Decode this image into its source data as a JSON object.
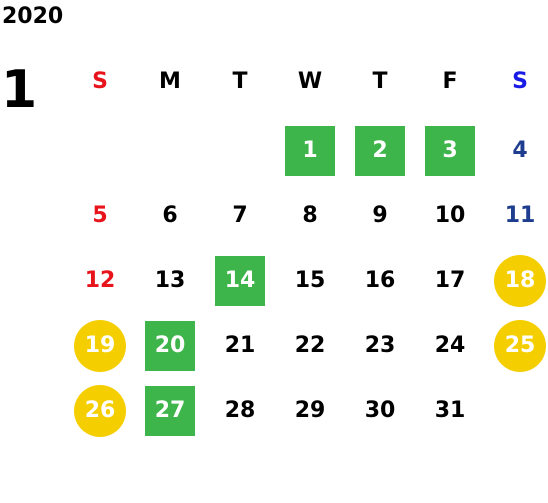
{
  "calendar": {
    "year": "2020",
    "month": "1",
    "weekdays": [
      "S",
      "M",
      "T",
      "W",
      "T",
      "F",
      "S"
    ],
    "weekday_colors": [
      "#e8141c",
      "#000000",
      "#000000",
      "#000000",
      "#000000",
      "#000000",
      "#1a1ae6"
    ],
    "colors": {
      "sunday": "#e8141c",
      "saturday": "#1f3d8f",
      "green_highlight": "#3db54a",
      "yellow_highlight": "#f5ce00"
    },
    "weeks": [
      [
        {
          "day": "",
          "style": "empty"
        },
        {
          "day": "",
          "style": "empty"
        },
        {
          "day": "",
          "style": "empty"
        },
        {
          "day": "1",
          "style": "green"
        },
        {
          "day": "2",
          "style": "green"
        },
        {
          "day": "3",
          "style": "green"
        },
        {
          "day": "4",
          "style": "saturday"
        }
      ],
      [
        {
          "day": "5",
          "style": "sunday"
        },
        {
          "day": "6",
          "style": "normal"
        },
        {
          "day": "7",
          "style": "normal"
        },
        {
          "day": "8",
          "style": "normal"
        },
        {
          "day": "9",
          "style": "normal"
        },
        {
          "day": "10",
          "style": "normal"
        },
        {
          "day": "11",
          "style": "saturday"
        }
      ],
      [
        {
          "day": "12",
          "style": "sunday"
        },
        {
          "day": "13",
          "style": "normal"
        },
        {
          "day": "14",
          "style": "green"
        },
        {
          "day": "15",
          "style": "normal"
        },
        {
          "day": "16",
          "style": "normal"
        },
        {
          "day": "17",
          "style": "normal"
        },
        {
          "day": "18",
          "style": "yellow"
        }
      ],
      [
        {
          "day": "19",
          "style": "yellow"
        },
        {
          "day": "20",
          "style": "green"
        },
        {
          "day": "21",
          "style": "normal"
        },
        {
          "day": "22",
          "style": "normal"
        },
        {
          "day": "23",
          "style": "normal"
        },
        {
          "day": "24",
          "style": "normal"
        },
        {
          "day": "25",
          "style": "yellow"
        }
      ],
      [
        {
          "day": "26",
          "style": "yellow"
        },
        {
          "day": "27",
          "style": "green"
        },
        {
          "day": "28",
          "style": "normal"
        },
        {
          "day": "29",
          "style": "normal"
        },
        {
          "day": "30",
          "style": "normal"
        },
        {
          "day": "31",
          "style": "normal"
        },
        {
          "day": "",
          "style": "empty"
        }
      ]
    ]
  }
}
